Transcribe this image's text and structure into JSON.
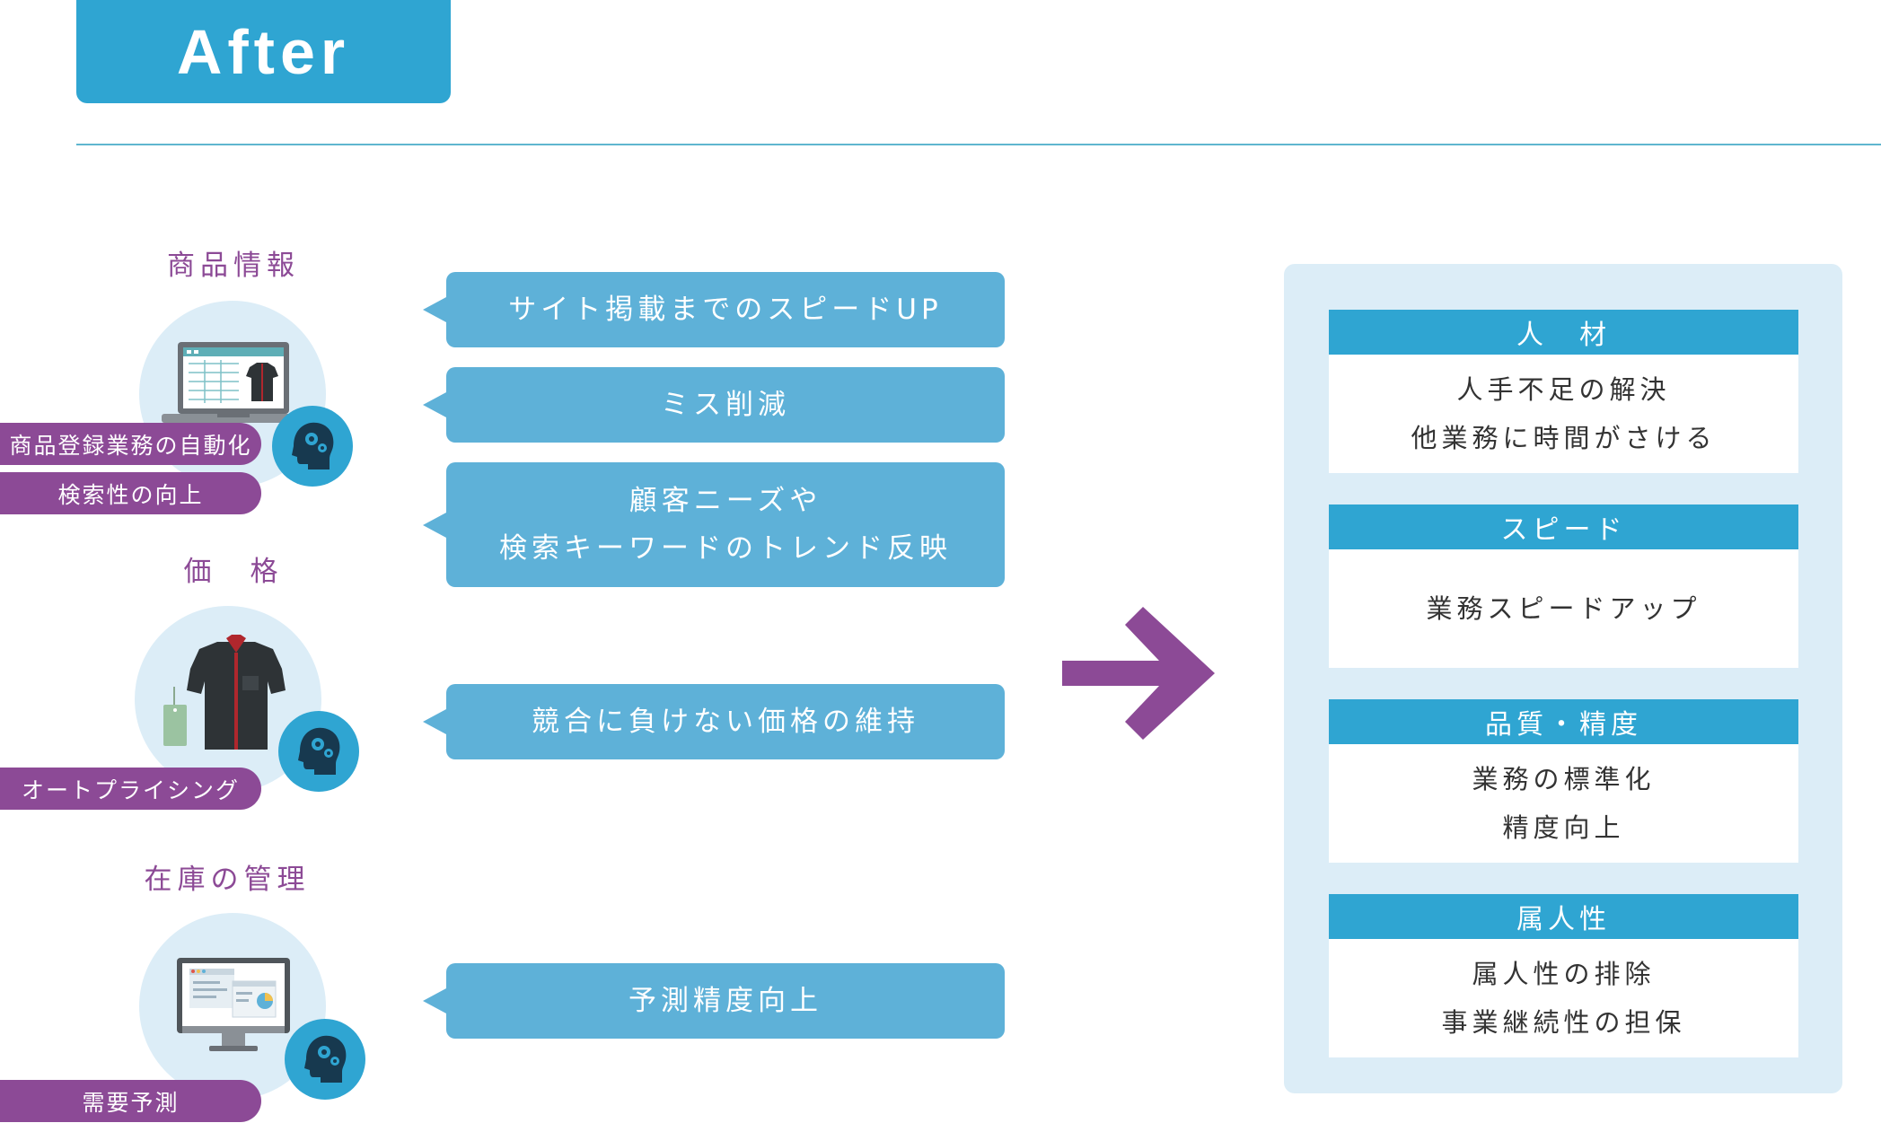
{
  "header": {
    "title": "After"
  },
  "left": {
    "products": {
      "title": "商品情報",
      "pills": [
        "商品登録業務の自動化",
        "検索性の向上"
      ]
    },
    "price": {
      "title": "価　格",
      "pills": [
        "オートプライシング"
      ]
    },
    "inventory": {
      "title": "在庫の管理",
      "pills": [
        "需要予測"
      ]
    }
  },
  "bubbles": [
    {
      "lines": [
        "サイト掲載までのスピードUP"
      ]
    },
    {
      "lines": [
        "ミス削減"
      ]
    },
    {
      "lines": [
        "顧客ニーズや",
        "検索キーワードのトレンド反映"
      ]
    },
    {
      "lines": [
        "競合に負けない価格の維持"
      ]
    },
    {
      "lines": [
        "予測精度向上"
      ]
    }
  ],
  "results": [
    {
      "heading": "人　材",
      "lines": [
        "人手不足の解決",
        "他業務に時間がさける"
      ]
    },
    {
      "heading": "スピード",
      "lines": [
        "業務スピードアップ"
      ]
    },
    {
      "heading": "品質・精度",
      "lines": [
        "業務の標準化",
        "精度向上"
      ]
    },
    {
      "heading": "属人性",
      "lines": [
        "属人性の排除",
        "事業継続性の担保"
      ]
    }
  ],
  "colors": {
    "accent_blue": "#2fa5d2",
    "bubble_blue": "#5eb1d8",
    "purple": "#8c4a96",
    "light_bg": "#dcedf7"
  },
  "icons": [
    "laptop-icon",
    "shirt-icon",
    "monitor-icon",
    "ai-head-gear-icon",
    "right-arrow-icon"
  ]
}
